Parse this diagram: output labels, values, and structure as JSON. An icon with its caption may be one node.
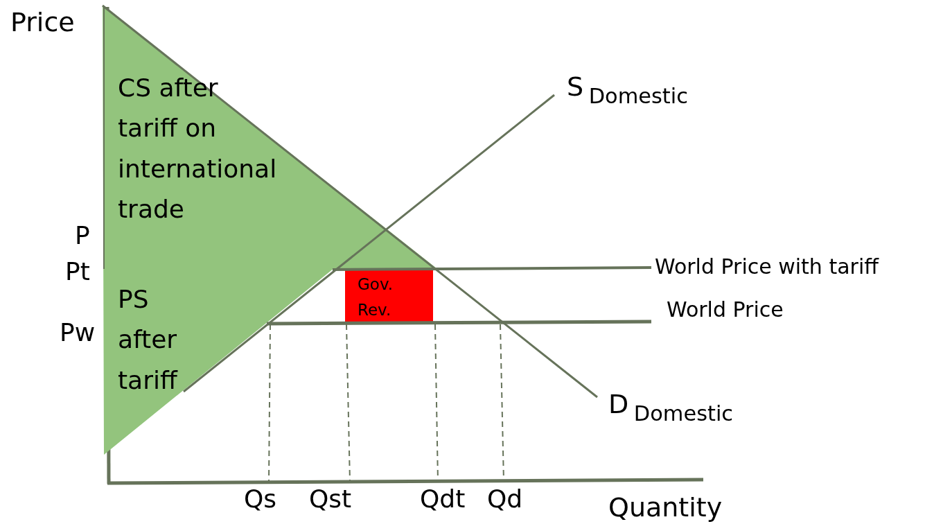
{
  "diagram": {
    "nodes": [
      {
        "text": [
          "CS after tariff on international trade",
          "PS after tariff"
        ]
      },
      {
        "text": [
          "Gov. Rev."
        ]
      }
    ],
    "labels": [
      "Price",
      "S$_{Domestic}$",
      "P",
      "Pt",
      "World Price with tariff",
      "Pw",
      "World Price",
      "D$_{Domestic}$",
      "Qs",
      "Qst",
      "Qdt",
      "Qd",
      "Quantity"
    ]
  }
}
